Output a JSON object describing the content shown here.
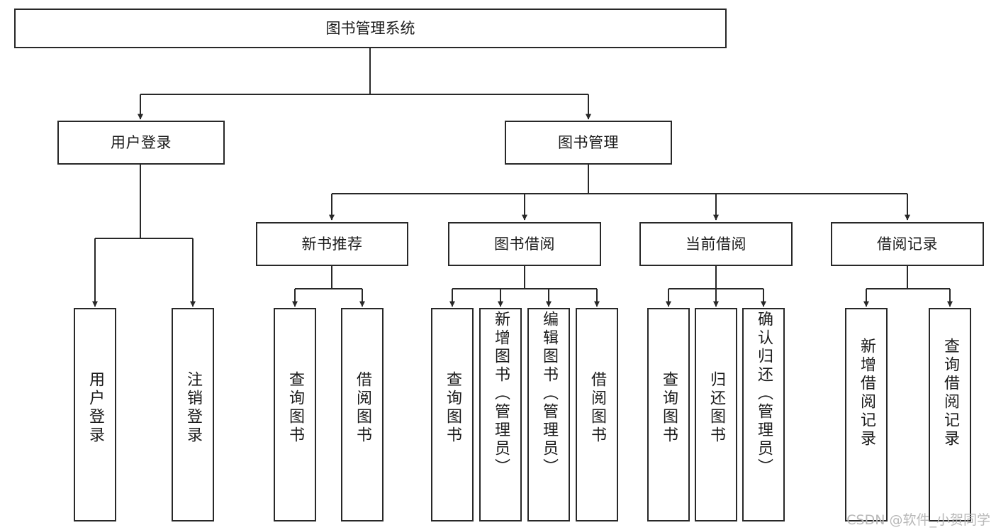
{
  "diagram": {
    "title": "图书管理系统",
    "type": "hierarchy-tree",
    "watermark": "CSDN @软件_小贺同学",
    "colors": {
      "background": "#ffffff",
      "box_border": "#282828",
      "box_fill": "#ffffff",
      "connector": "#282828",
      "text": "#1c1c1c",
      "watermark": "#b8b8b8"
    },
    "levels": {
      "root": "图书管理系统",
      "level2": [
        "用户登录",
        "图书管理"
      ],
      "level3": [
        "新书推荐",
        "图书借阅",
        "当前借阅",
        "借阅记录"
      ]
    },
    "nodes": {
      "root": {
        "label": "图书管理系统"
      },
      "user_login": {
        "label": "用户登录"
      },
      "book_manage": {
        "label": "图书管理"
      },
      "new_book_rec": {
        "label": "新书推荐"
      },
      "book_borrow": {
        "label": "图书借阅"
      },
      "current_borrow": {
        "label": "当前借阅"
      },
      "borrow_record": {
        "label": "借阅记录"
      },
      "leaf_user_login": {
        "label": "用户登录"
      },
      "leaf_logout": {
        "label": "注销登录"
      },
      "leaf_query_book_1": {
        "label": "查询图书"
      },
      "leaf_borrow_book_1": {
        "label": "借阅图书"
      },
      "leaf_query_book_2": {
        "label": "查询图书"
      },
      "leaf_add_book": {
        "label": "新增图书（管理员）"
      },
      "leaf_edit_book": {
        "label": "编辑图书（管理员）"
      },
      "leaf_borrow_book_2": {
        "label": "借阅图书"
      },
      "leaf_query_book_3": {
        "label": "查询图书"
      },
      "leaf_return_book": {
        "label": "归还图书"
      },
      "leaf_confirm_return": {
        "label": "确认归还（管理员）"
      },
      "leaf_add_record": {
        "label": "新增借阅记录"
      },
      "leaf_query_record": {
        "label": "查询借阅记录"
      }
    }
  }
}
